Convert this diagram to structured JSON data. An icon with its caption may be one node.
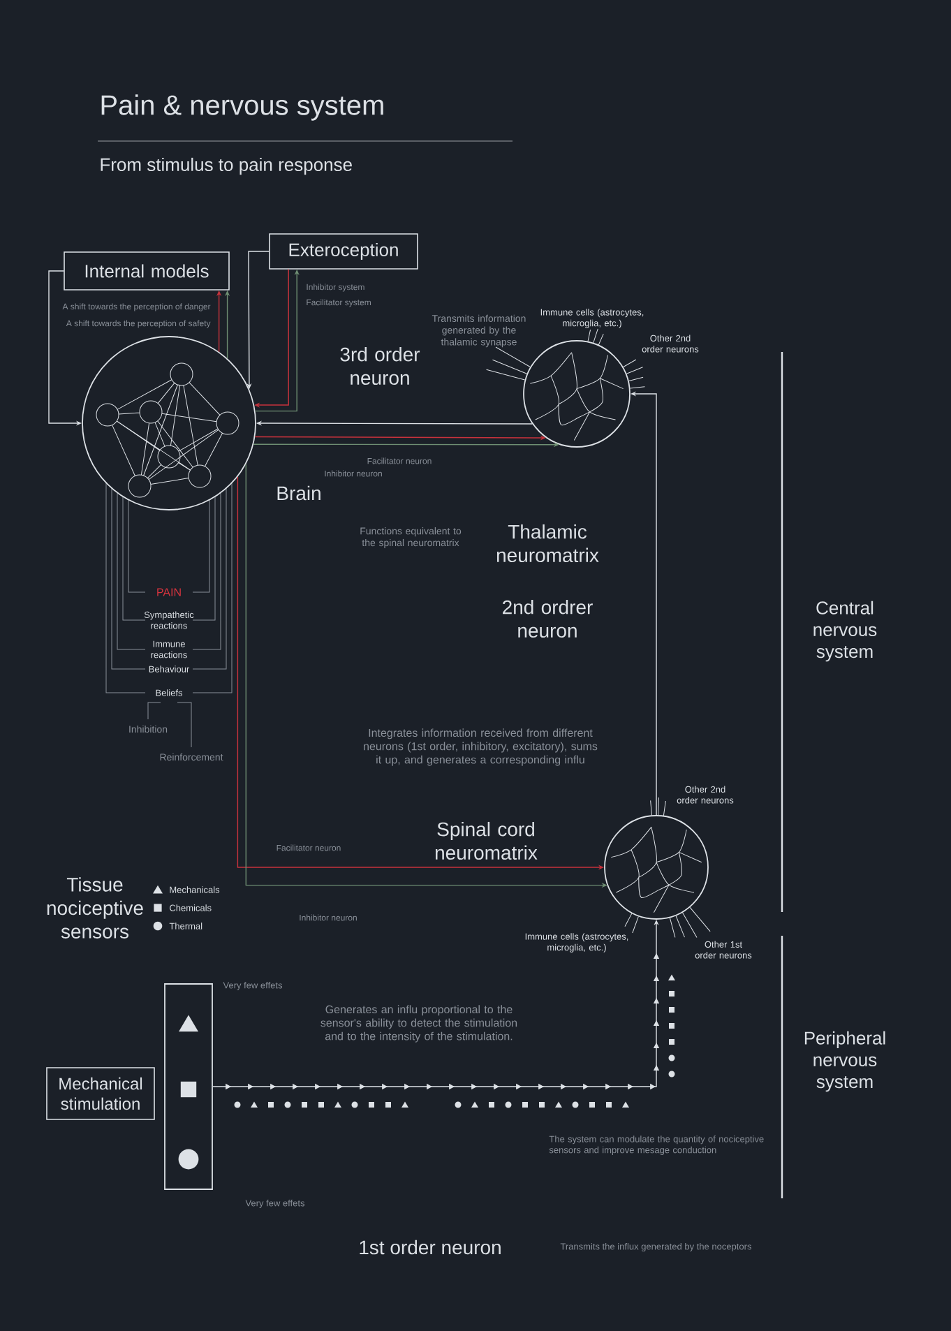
{
  "diagram": {
    "title": "Pain & nervous system",
    "nodes": [
      {
        "text": [
          "Internal models"
        ]
      },
      {
        "text": [
          "Exteroception"
        ]
      },
      {
        "text": [],
        "shape": "circle",
        "beside": [
          "Brain"
        ]
      },
      {
        "text": [],
        "shape": "circle",
        "beside": [
          "Thalamic neuromatrix",
          "Immune cells (astrocytes, microglia, etc.)",
          "Other 2nd order neurons"
        ]
      },
      {
        "text": [],
        "shape": "circle",
        "beside": [
          "Spinal cord neuromatrix",
          "Other 2nd order neurons",
          "Immune cells (astrocytes, microglia, etc.)",
          "Other 1st order neurons"
        ]
      },
      {
        "text": [
          "Mechanical stimulation"
        ]
      },
      {
        "text": [],
        "shape": "bar"
      }
    ],
    "edges": [
      {
        "from": 0,
        "to": 2,
        "arrow": "to"
      },
      {
        "from": 1,
        "to": 2,
        "arrow": "to"
      },
      {
        "from": 3,
        "to": 2,
        "arrow": "to",
        "label": "3rd order neuron"
      },
      {
        "from": 4,
        "to": 3,
        "arrow": "to",
        "label": "2nd ordrer neuron"
      },
      {
        "from": 6,
        "to": 4,
        "arrow": "to"
      },
      {
        "from": 2,
        "to": 4,
        "arrow": "to",
        "label": "Facilitator neuron",
        "color": "#c8323c"
      },
      {
        "from": 2,
        "to": 4,
        "arrow": "to",
        "label": "Inhibitor neuron",
        "color": "#6f8f73"
      },
      {
        "from": 2,
        "to": 3,
        "arrow": "to",
        "label": "Facilitator neuron",
        "color": "#c8323c"
      },
      {
        "from": 2,
        "to": 3,
        "arrow": "to",
        "label": "Inhibitor neuron",
        "color": "#6f8f73"
      },
      {
        "from": 2,
        "to": 0,
        "arrow": "to",
        "label": "A shift towards the perception of danger",
        "color": "#c8323c"
      },
      {
        "from": 2,
        "to": 0,
        "arrow": "to",
        "label": "A shift towards the perception of safety",
        "color": "#6f8f73"
      },
      {
        "from": 1,
        "to": 2,
        "arrow": "to",
        "label": "Facilitator system",
        "color": "#c8323c"
      },
      {
        "from": 2,
        "to": 1,
        "arrow": "to",
        "label": "Inhibitor system",
        "color": "#6f8f73"
      }
    ],
    "labels": [
      "From stimulus to pain response",
      "Transmits information generated by the thalamic synapse",
      "Functions equivalent to the spinal neuromatrix",
      "PAIN",
      "Sympathetic reactions",
      "Immune reactions",
      "Behaviour",
      "Beliefs",
      "Inhibition",
      "Reinforcement",
      "Integrates information received from different neurons (1st order, inhibitory, excitatory), sums it up, and generates a corresponding influ",
      "Central nervous system",
      "Tissue nociceptive sensors",
      "Very few effets",
      "Generates an influ proportional to the sensor's ability to detect the stimulation and to the intensity of the stimulation.",
      "The system can modulate the quantity of nociceptive sensors and improve mesage conduction",
      "Very few effets",
      "Peripheral nervous system",
      "1st order neuron",
      "Transmits the influx generated by the noceptors"
    ],
    "legend": [
      {
        "text": "Mechanicals"
      },
      {
        "text": "Chemicals"
      },
      {
        "text": "Thermal"
      }
    ]
  }
}
